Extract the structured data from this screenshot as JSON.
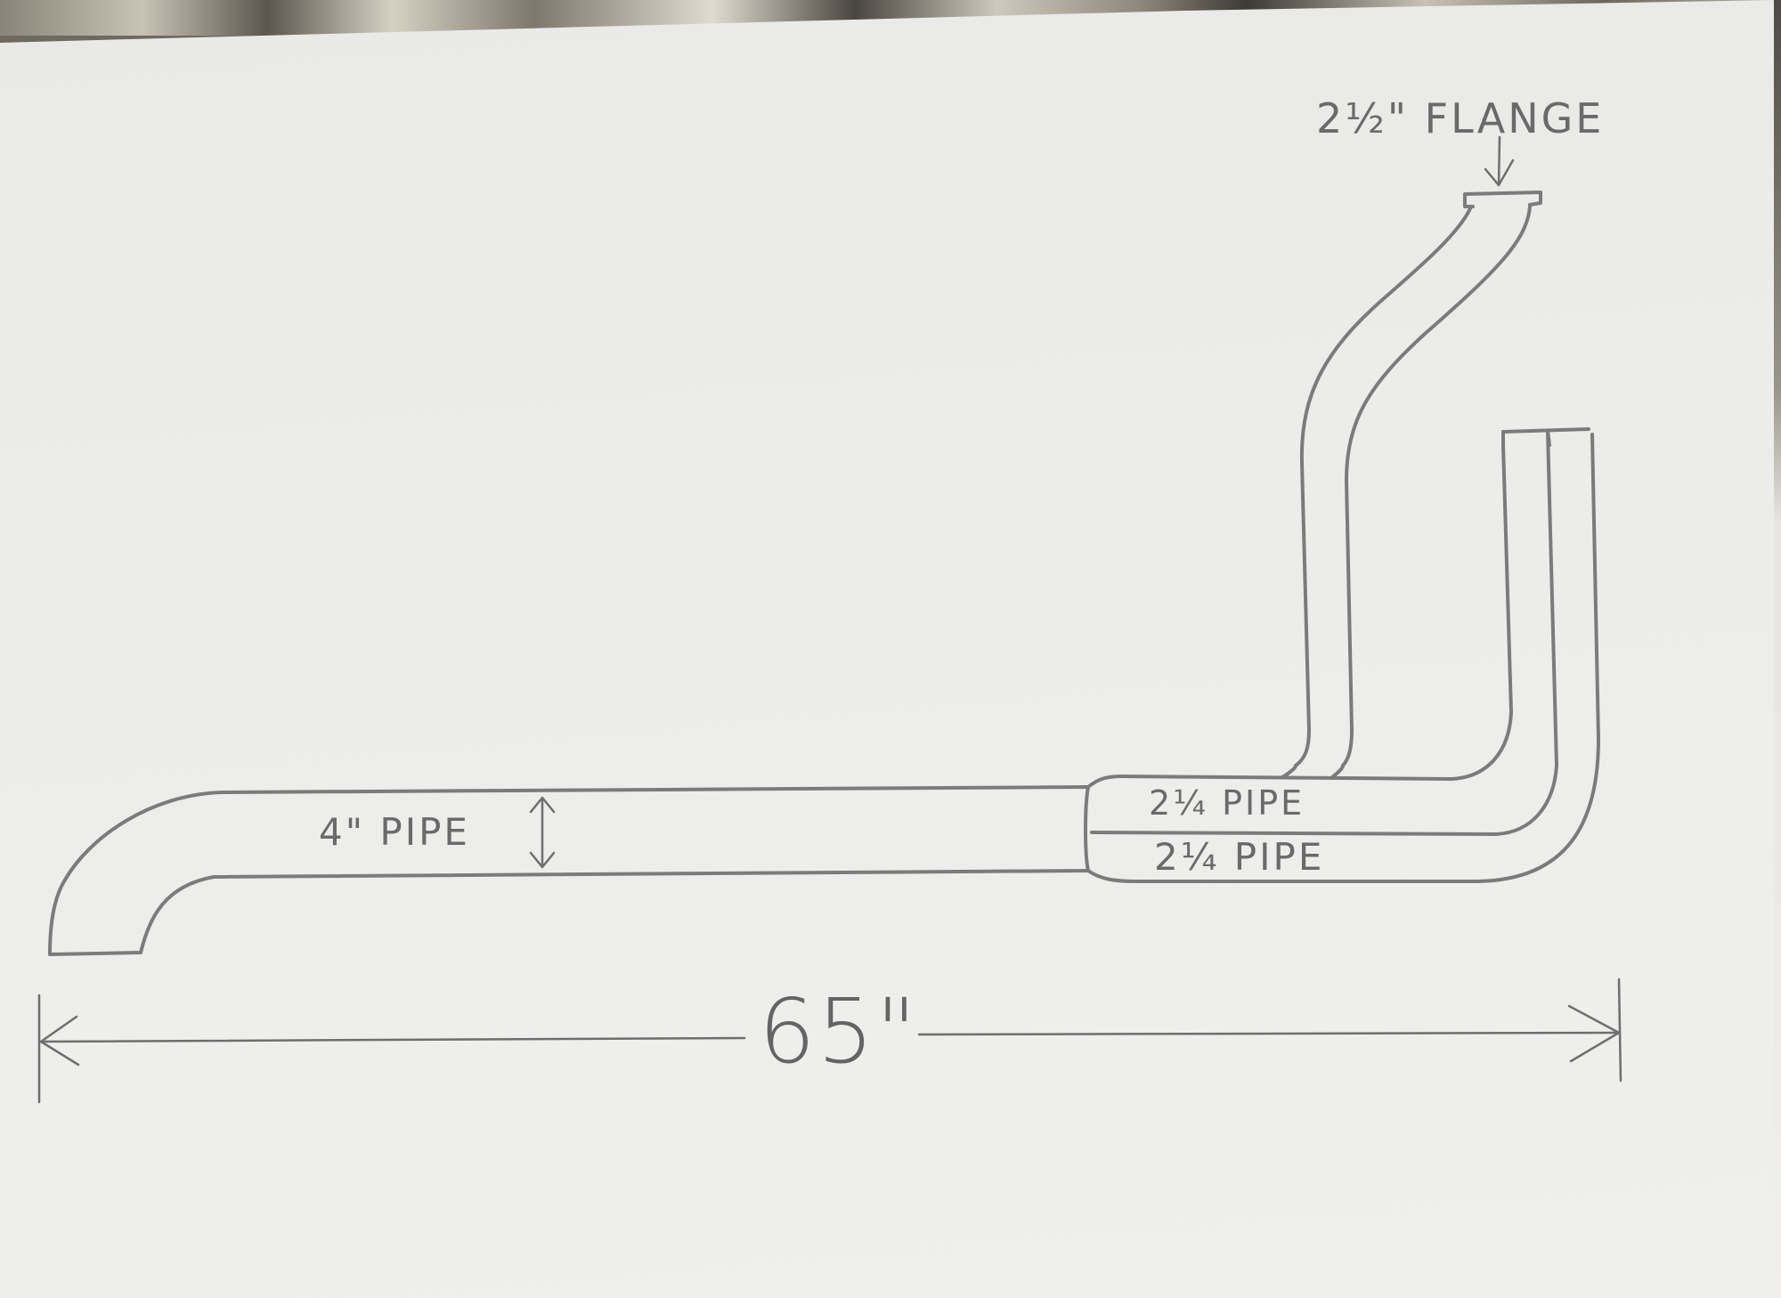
{
  "drawing": {
    "title": "Exhaust pipe sketch",
    "medium": "pencil on paper",
    "colors": {
      "paper": "#ececea",
      "pencil": "#7b7b7b",
      "background_granite": "#6f6a60"
    }
  },
  "labels": {
    "flange": "2½\" FLANGE",
    "main_pipe": "4\" PIPE",
    "branch_pipe_upper": "2¼ PIPE",
    "branch_pipe_lower": "2¼ PIPE",
    "overall_length": "65\""
  },
  "dimensions": {
    "overall_length_in": 65,
    "main_pipe_diameter_in": 4,
    "branch_pipe_diameter_in": 2.25,
    "flange_size_in": 2.5
  },
  "icons": {
    "flange_pointer": "arrow-down-icon",
    "diameter_indicator": "double-arrow-vertical-icon",
    "dimension_left": "arrow-left-icon",
    "dimension_right": "arrow-right-icon"
  }
}
